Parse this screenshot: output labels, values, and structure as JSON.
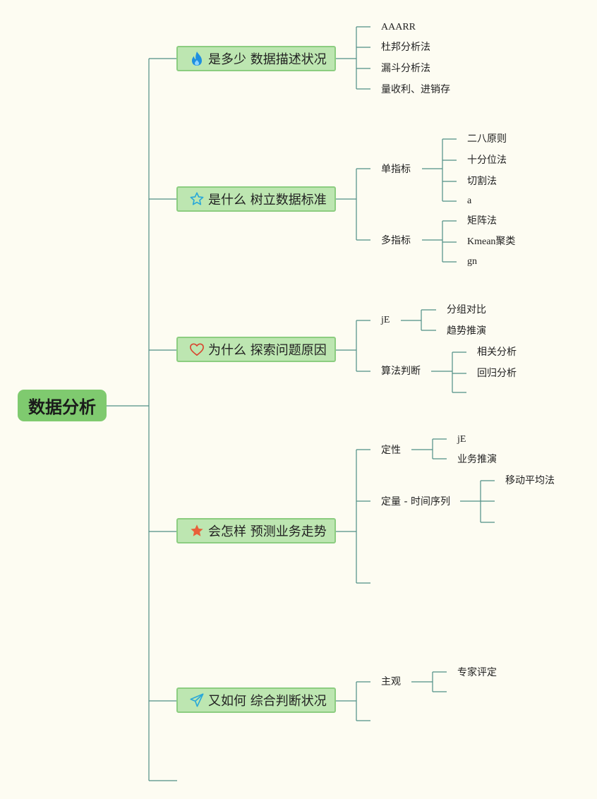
{
  "root": {
    "label": "数据分析"
  },
  "branches": [
    {
      "label": "是多少 数据描述状况",
      "icon": "fire-icon",
      "children": [
        {
          "label": "AAARR"
        },
        {
          "label": "杜邦分析法"
        },
        {
          "label": "漏斗分析法"
        },
        {
          "label": "量收利、进销存"
        }
      ]
    },
    {
      "label": "是什么 树立数据标准",
      "icon": "star-outline-icon",
      "children": [
        {
          "label": "单指标",
          "children": [
            {
              "label": "二八原则"
            },
            {
              "label": "十分位法"
            },
            {
              "label": "切割法"
            },
            {
              "label": "a"
            }
          ]
        },
        {
          "label": "多指标",
          "children": [
            {
              "label": "矩阵法"
            },
            {
              "label": "Kmean聚类"
            },
            {
              "label": "gn"
            }
          ]
        }
      ]
    },
    {
      "label": "为什么 探索问题原因",
      "icon": "heart-icon",
      "children": [
        {
          "label": "jE",
          "children": [
            {
              "label": "分组对比"
            },
            {
              "label": "趋势推演"
            }
          ]
        },
        {
          "label": "算法判断",
          "children": [
            {
              "label": "相关分析"
            },
            {
              "label": "回归分析"
            },
            {
              "label": ""
            }
          ]
        }
      ]
    },
    {
      "label": "会怎样 预测业务走势",
      "icon": "star-filled-icon",
      "children": [
        {
          "label": "定性",
          "children": [
            {
              "label": "jE"
            },
            {
              "label": "业务推演"
            }
          ]
        },
        {
          "label": "定量 - 时间序列",
          "children": [
            {
              "label": "移动平均法"
            },
            {
              "label": ""
            },
            {
              "label": ""
            }
          ]
        },
        {
          "label": ""
        }
      ]
    },
    {
      "label": "又如何 综合判断状况",
      "icon": "send-icon",
      "children": [
        {
          "label": "主观",
          "children": [
            {
              "label": "专家评定"
            },
            {
              "label": ""
            }
          ]
        },
        {
          "label": ""
        }
      ]
    },
    {
      "label": ""
    }
  ],
  "colors": {
    "background": "#fdfcf2",
    "root_fill": "#7fca6f",
    "branch_fill": "#bde6b1",
    "branch_border": "#8ccd80",
    "line": "#4f8f86",
    "fire": "#1f8fe0",
    "star_outline": "#2aa8d8",
    "heart": "#d9442e",
    "star_filled": "#e8603a",
    "send": "#2aa8d8"
  }
}
